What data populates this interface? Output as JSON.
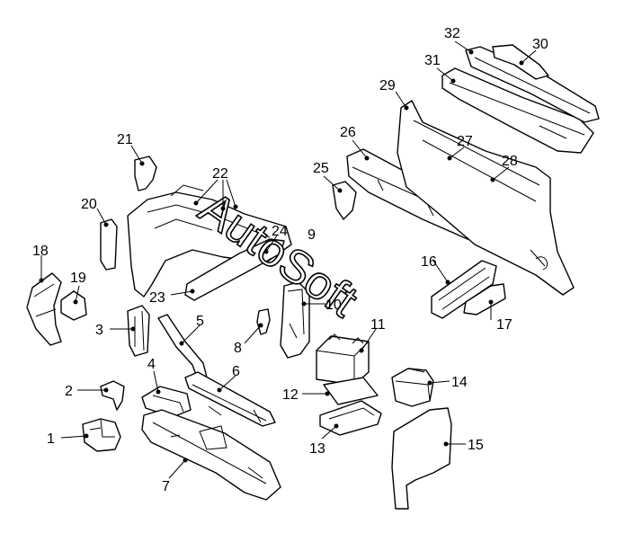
{
  "diagram": {
    "callouts": [
      "1",
      "2",
      "3",
      "4",
      "5",
      "6",
      "7",
      "8",
      "9",
      "10",
      "11",
      "12",
      "13",
      "14",
      "15",
      "16",
      "17",
      "18",
      "19",
      "20",
      "21",
      "22",
      "23",
      "24",
      "25",
      "26",
      "27",
      "28",
      "29",
      "30",
      "31",
      "32"
    ],
    "watermark": "AutoSoft"
  }
}
